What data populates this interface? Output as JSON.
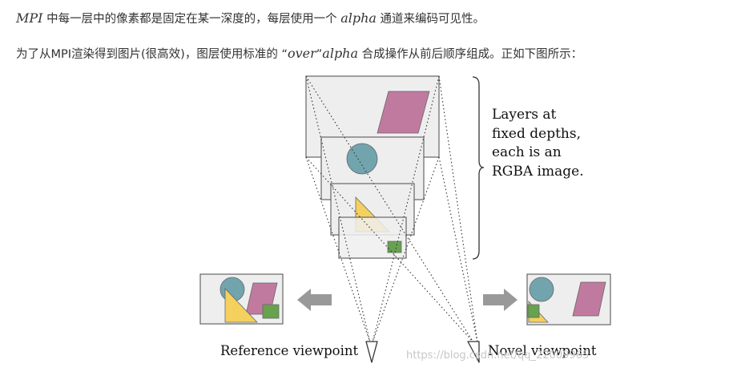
{
  "text": {
    "line1": {
      "math_mpi": "MPI",
      "part_a": " 中每一层中的像素都是固定在某一深度的，每层使用一个 ",
      "math_alpha": "alpha",
      "part_b": " 通道来编码可见性。"
    },
    "line2": {
      "part_a": "为了从MPI渲染得到图片(很高效)，图层使用标准的 “",
      "math_over": "over",
      "quote_close": "”",
      "math_alpha": "alpha",
      "part_b": " 合成操作从前后顺序组成。正如下图所示："
    }
  },
  "figure": {
    "layers_note": [
      "Layers at",
      "fixed depths,",
      "each is an",
      "RGBA image."
    ],
    "reference_label": "Reference viewpoint",
    "novel_label": "Novel viewpoint",
    "watermark": "https://blog.csdn.net/qq_22009965"
  },
  "colors": {
    "layer_fill": "#eeeeee",
    "layer_stroke": "#666666",
    "parallelogram": "#c17a9f",
    "circle": "#72a4ae",
    "triangle": "#f4d05e",
    "square": "#67a24f",
    "arrow": "#999999"
  },
  "icons": {
    "reference_camera": "camera-frustum-icon",
    "novel_camera": "camera-frustum-icon",
    "arrow_left": "arrow-left-icon",
    "arrow_right": "arrow-right-icon",
    "brace": "curly-brace-icon"
  }
}
